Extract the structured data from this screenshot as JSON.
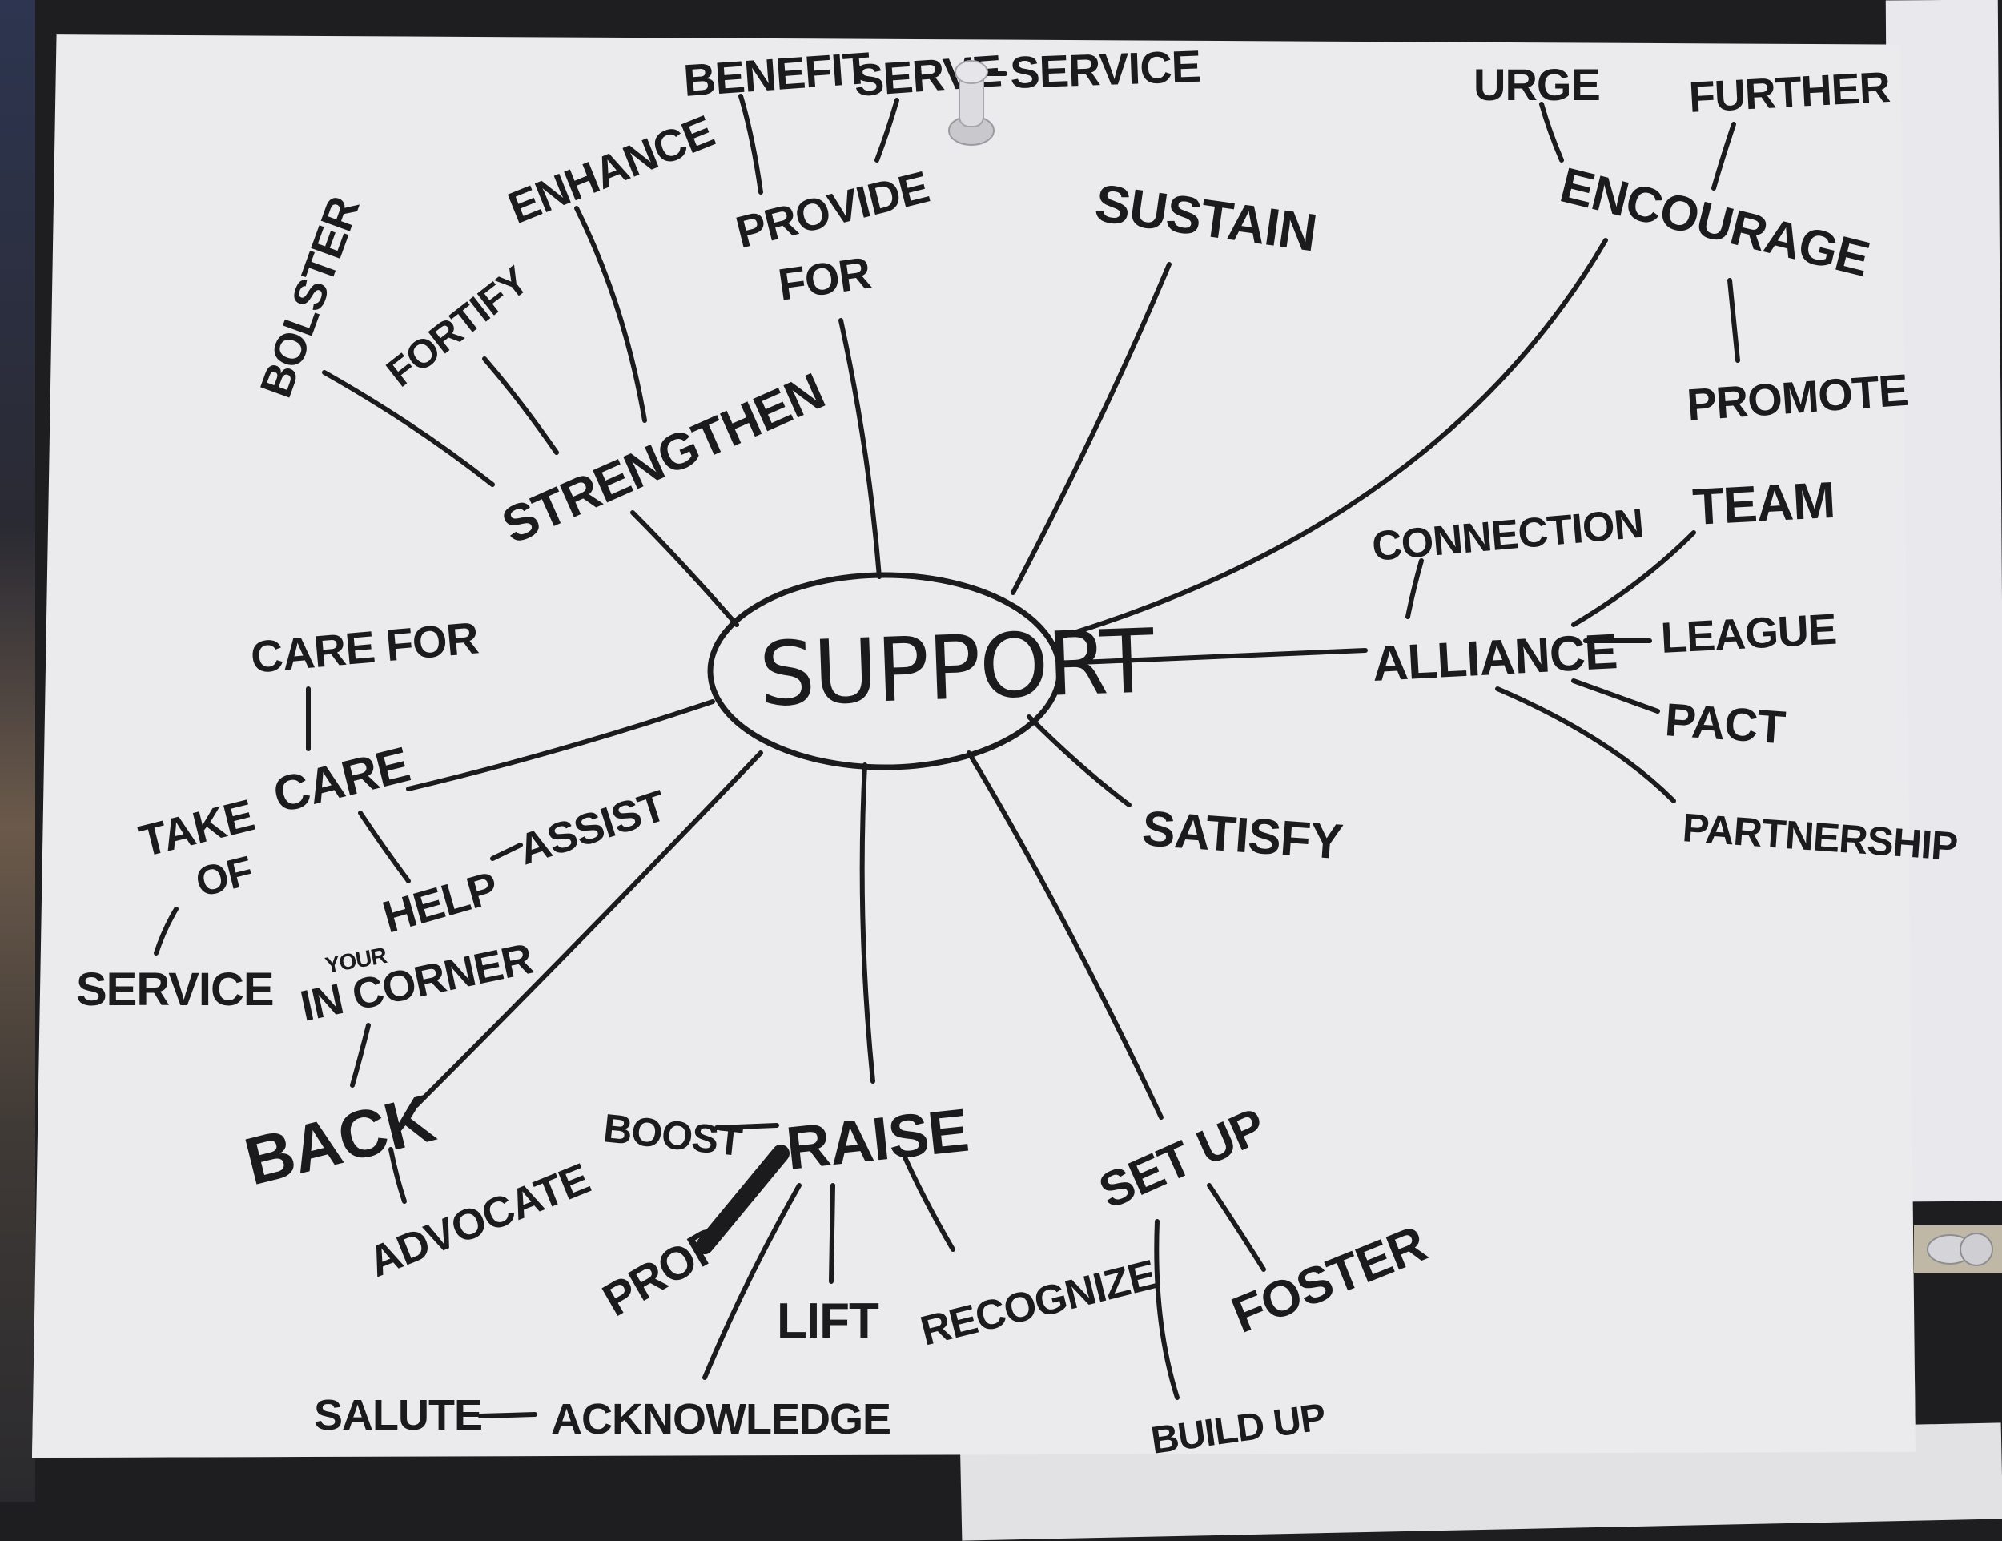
{
  "mind_map": {
    "center": "SUPPORT",
    "labels": {
      "strengthen": "STRENGTHEN",
      "bolster": "BOLSTER",
      "fortify": "FORTIFY",
      "enhance": "ENHANCE",
      "benefit": "BENEFIT",
      "serve": "SERVE",
      "service_top": "SERVICE",
      "provide_for_1": "PROVIDE",
      "provide_for_2": "FOR",
      "sustain": "SUSTAIN",
      "urge": "URGE",
      "further": "FURTHER",
      "encourage": "ENCOURAGE",
      "promote": "PROMOTE",
      "connection": "CONNECTION",
      "team": "TEAM",
      "alliance": "ALLIANCE",
      "league": "LEAGUE",
      "pact": "PACT",
      "partnership": "PARTNERSHIP",
      "satisfy": "SATISFY",
      "care_for": "CARE FOR",
      "take_care_of_1": "TAKE",
      "take_care_of_2": "CARE",
      "take_care_of_3": "OF",
      "service_left": "SERVICE",
      "help": "HELP",
      "assist": "ASSIST",
      "in_your_corner_small": "YOUR",
      "in_your_corner": "IN CORNER",
      "back": "BACK",
      "advocate": "ADVOCATE",
      "boost": "BOOST",
      "raise": "RAISE",
      "prop": "PROP",
      "lift": "LIFT",
      "recognize": "RECOGNIZE",
      "salute": "SALUTE",
      "acknowledge": "ACKNOWLEDGE",
      "set_up": "SET UP",
      "foster": "FOSTER",
      "build_up": "BUILD UP"
    }
  }
}
